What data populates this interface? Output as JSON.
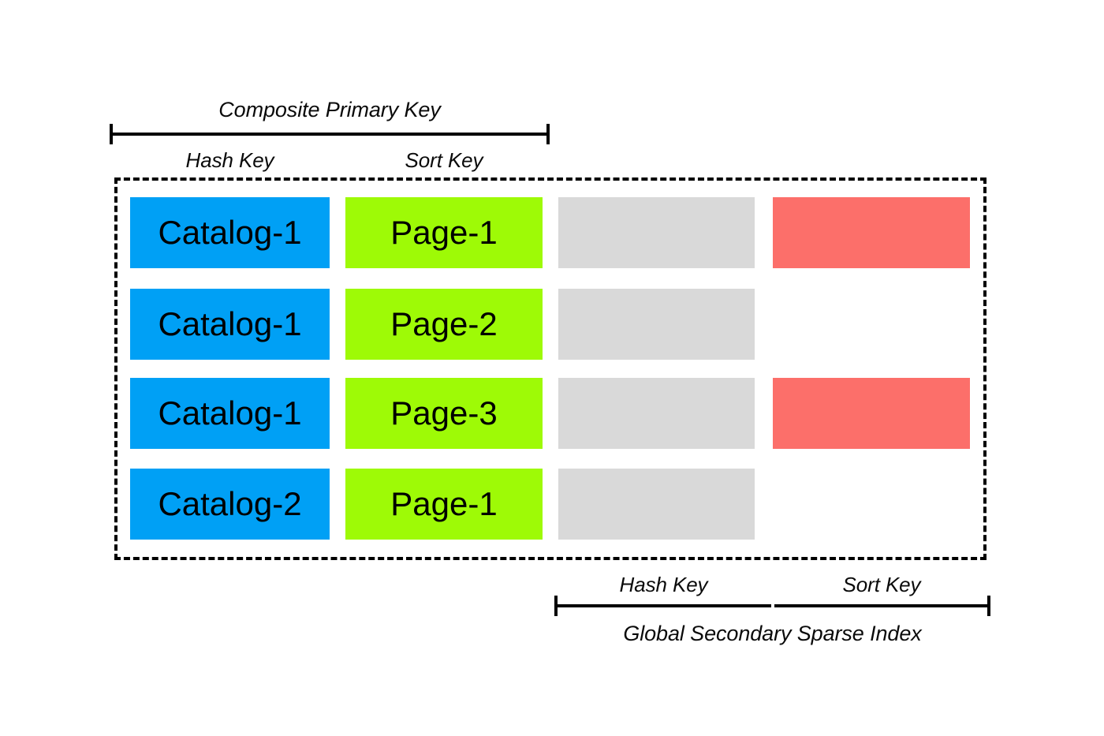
{
  "diagram": {
    "title": "Global Secondary Sparse Index",
    "top_bracket": {
      "title": "Composite Primary Key",
      "segments": [
        "Hash Key",
        "Sort Key"
      ]
    },
    "bottom_bracket": {
      "title": "Global Secondary Sparse Index",
      "segments": [
        "Hash Key",
        "Sort Key"
      ]
    },
    "colors": {
      "hash_key": "#00A0F5",
      "sort_key": "#9EFA06",
      "attribute": "#D9D9D9",
      "sparse_attribute": "#FC6F6A",
      "outline": "#000000",
      "background": "#FFFFFF"
    },
    "columns": [
      {
        "key": "hash_key",
        "color_role": "hash_key"
      },
      {
        "key": "sort_key",
        "color_role": "sort_key"
      },
      {
        "key": "attribute",
        "color_role": "attribute"
      },
      {
        "key": "sparse_attribute",
        "color_role": "sparse_attribute"
      }
    ],
    "rows": [
      {
        "hash_key": "Catalog-1",
        "sort_key": "Page-1",
        "attribute": "",
        "sparse_attribute": "",
        "has_sparse": true
      },
      {
        "hash_key": "Catalog-1",
        "sort_key": "Page-2",
        "attribute": "",
        "sparse_attribute": "",
        "has_sparse": false
      },
      {
        "hash_key": "Catalog-1",
        "sort_key": "Page-3",
        "attribute": "",
        "sparse_attribute": "",
        "has_sparse": true
      },
      {
        "hash_key": "Catalog-2",
        "sort_key": "Page-1",
        "attribute": "",
        "sparse_attribute": "",
        "has_sparse": false
      }
    ]
  }
}
